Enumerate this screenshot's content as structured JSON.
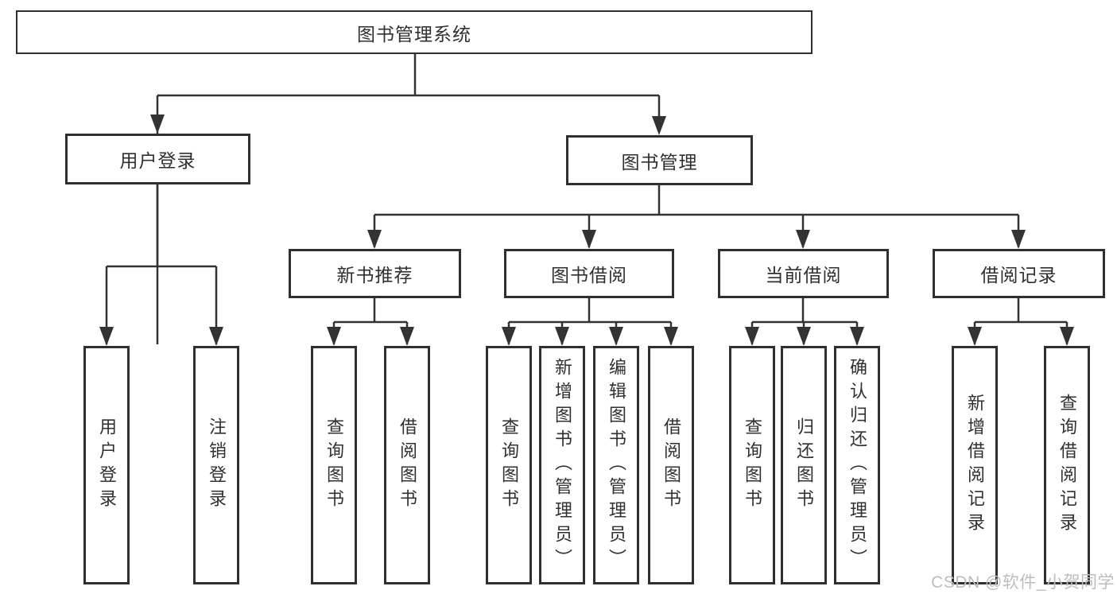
{
  "tree": {
    "root": "图书管理系统",
    "level2": [
      {
        "label": "用户登录",
        "leaves": [
          "用户登录",
          "注销登录"
        ]
      },
      {
        "label": "图书管理",
        "groups": [
          {
            "label": "新书推荐",
            "leaves": [
              "查询图书",
              "借阅图书"
            ]
          },
          {
            "label": "图书借阅",
            "leaves": [
              "查询图书",
              "新增图书（管理员）",
              "编辑图书（管理员）",
              "借阅图书"
            ]
          },
          {
            "label": "当前借阅",
            "leaves": [
              "查询图书",
              "归还图书",
              "确认归还（管理员）"
            ]
          },
          {
            "label": "借阅记录",
            "leaves": [
              "新增借阅记录",
              "查询借阅记录"
            ]
          }
        ]
      }
    ]
  },
  "watermark": "CSDN @软件_小贺同学",
  "colors": {
    "line": "#333333",
    "box_border": "#2f2f2f",
    "text": "#303030",
    "watermark_text": "#bdbdbd"
  }
}
